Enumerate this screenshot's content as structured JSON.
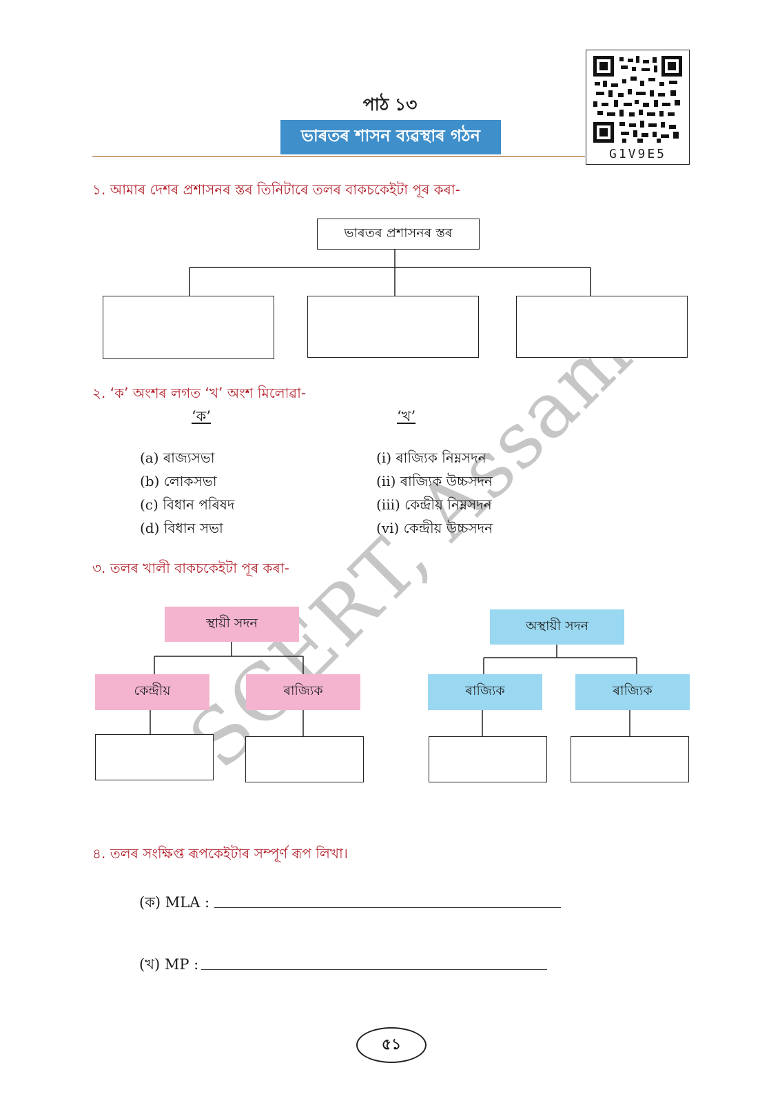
{
  "header": {
    "lesson": "পাঠ ১৩",
    "title": "ভাৰতৰ শাসন ব্যৱস্থাৰ গঠন",
    "qr_code": "G1V9E5"
  },
  "q1": {
    "prompt": "১. আমাৰ দেশৰ প্ৰশাসনৰ স্তৰ তিনিটাৰে তলৰ বাকচকেইটা পূৰ কৰা-",
    "root_label": "ভাৰতৰ প্ৰশাসনৰ স্তৰ"
  },
  "q2": {
    "prompt": "২. ‘ক’ অংশৰ লগত ‘খ’ অংশ মিলোৱা-",
    "col_a_head": "‘ক’",
    "col_b_head": "‘খ’",
    "col_a": [
      "(a) ৰাজ্যসভা",
      "(b) লোকসভা",
      "(c) বিধান পৰিষদ",
      "(d) বিধান সভা"
    ],
    "col_b": [
      "(i) ৰাজ্যিক নিম্নসদন",
      "(ii) ৰাজ্যিক উচ্চসদন",
      "(iii) কেন্দ্ৰীয় নিম্নসদন",
      "(vi) কেন্দ্ৰীয় উচ্চসদন"
    ]
  },
  "q3": {
    "prompt": "৩.  তলৰ খালী বাকচকেইটা পূৰ কৰা-",
    "left": {
      "root": "স্থায়ী সদন",
      "children": [
        "কেন্দ্ৰীয়",
        "ৰাজ্যিক"
      ]
    },
    "right": {
      "root": "অস্থায়ী সদন",
      "children": [
        "ৰাজ্যিক",
        "ৰাজ্যিক"
      ]
    },
    "colors": {
      "permanent": "#f4b4cf",
      "temporary": "#9ad7f0"
    }
  },
  "q4": {
    "prompt": "৪. তলৰ সংক্ষিপ্ত ৰূপকেইটাৰ সম্পূৰ্ণ ৰূপ লিখা।",
    "items": [
      "(ক) MLA :",
      "(খ) MP :"
    ]
  },
  "page_number": "৫১",
  "watermark": "SCERT, Assam",
  "colors": {
    "title_band": "#3f8fca",
    "question_text": "#b3222d",
    "rule": "#c8a17a"
  }
}
